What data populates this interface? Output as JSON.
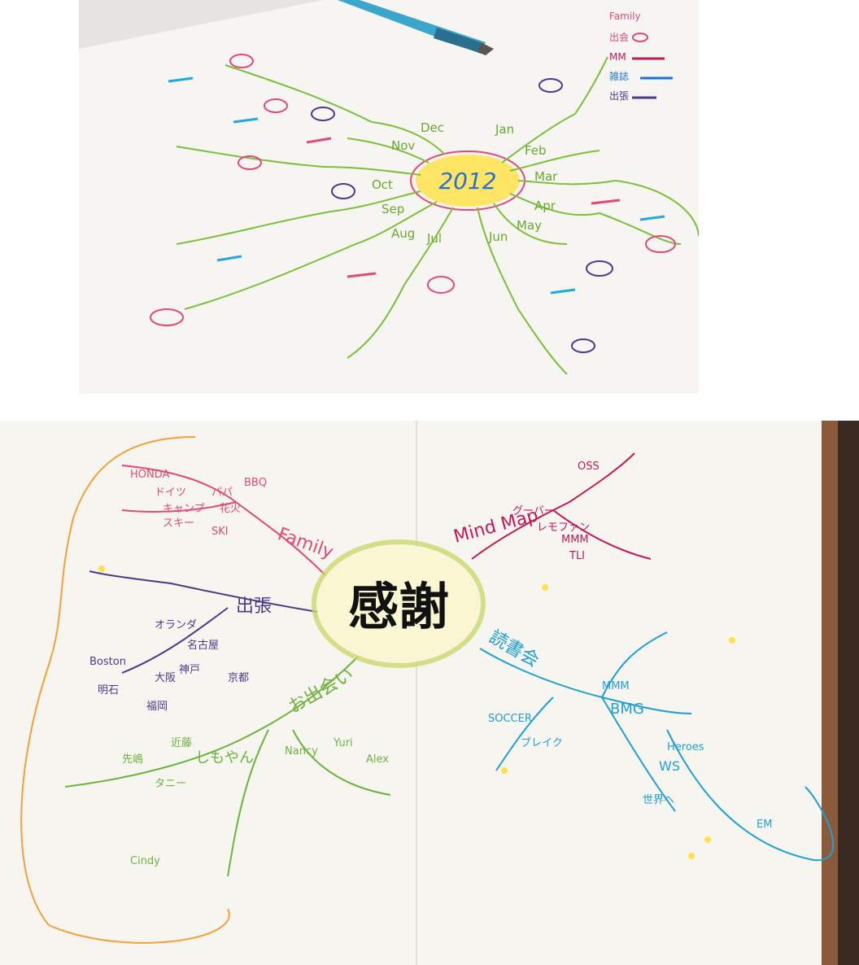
{
  "top_map": {
    "center": "2012",
    "months": [
      "Jan",
      "Feb",
      "Mar",
      "Apr",
      "May",
      "Jun",
      "Jul",
      "Aug",
      "Sep",
      "Oct",
      "Nov",
      "Dec"
    ],
    "legend": [
      {
        "label": "Family",
        "color": "#e0497a"
      },
      {
        "label": "出会",
        "color": "#e0497a"
      },
      {
        "label": "MM",
        "color": "#c2185b"
      },
      {
        "label": "雑誌",
        "color": "#1e73d6"
      },
      {
        "label": "出張",
        "color": "#4b3a8c"
      }
    ],
    "branch_color": "#7bbf3a",
    "highlight_colors": {
      "pink": "#e0497a",
      "blue": "#22a8e0",
      "navy": "#4b3a8c",
      "yellow": "#ffe24a"
    }
  },
  "bottom_map": {
    "center": "感謝",
    "branches": [
      {
        "label": "Family",
        "color": "#e0497a",
        "subs": [
          "HONDA",
          "ドイツ",
          "パパ",
          "BBQ",
          "キャンプ",
          "花火",
          "スキー",
          "SKI"
        ]
      },
      {
        "label": "出張",
        "color": "#4b3a8c",
        "subs": [
          "Boston",
          "オランダ",
          "名古屋",
          "神戸",
          "明石",
          "福岡",
          "大阪",
          "京都"
        ]
      },
      {
        "label": "お出会い",
        "color": "#6db33f",
        "subs": [
          "Nancy",
          "Yuri",
          "Alex",
          "しもやん",
          "近藤",
          "先嶋",
          "タニー",
          "Cindy"
        ]
      },
      {
        "label": "Mind Map",
        "color": "#c2185b",
        "subs": [
          "OSS",
          "グーバー",
          "レモファン",
          "MMM",
          "TLI"
        ]
      },
      {
        "label": "読書会",
        "color": "#1e9fd6",
        "subs": [
          "ブレイク",
          "SOCCER",
          "MMM",
          "BMG",
          "WS",
          "世界へ",
          "Heroes",
          "EM"
        ]
      }
    ],
    "accent": {
      "yellow": "#ffe24a",
      "orange": "#f0a23a"
    }
  }
}
